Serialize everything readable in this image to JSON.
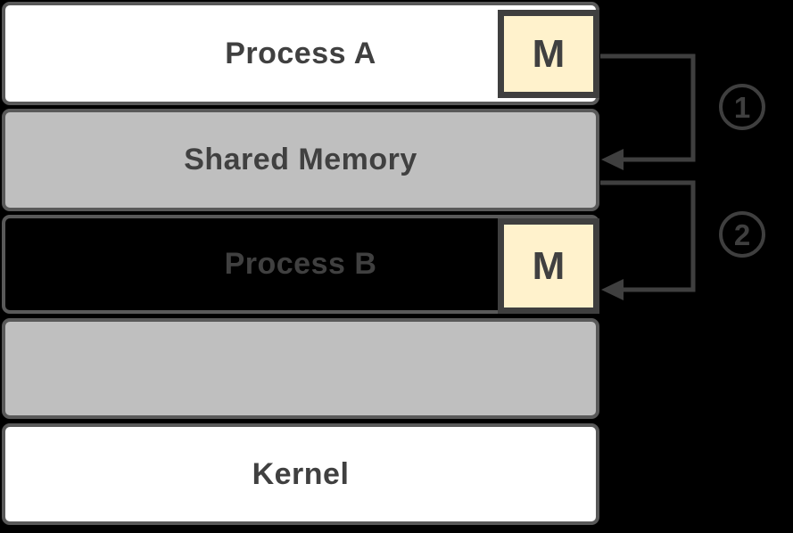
{
  "diagram": {
    "layers": [
      {
        "label": "Process A"
      },
      {
        "label": "Shared Memory"
      },
      {
        "label": "Process B"
      },
      {
        "label": ""
      },
      {
        "label": "Kernel"
      }
    ],
    "memory_cells": [
      {
        "label": "M"
      },
      {
        "label": "M"
      }
    ],
    "annotations": [
      {
        "label": "1"
      },
      {
        "label": "2"
      }
    ],
    "colors": {
      "background": "#000000",
      "layer_border": "#595959",
      "white_layer_fill": "#FFFFFF",
      "gray_layer_fill": "#BFBFBF",
      "memory_cell_fill": "#FFF2CC",
      "memory_cell_border": "#3F3F3F",
      "text": "#404040",
      "arrow": "#3F3F3F"
    }
  }
}
